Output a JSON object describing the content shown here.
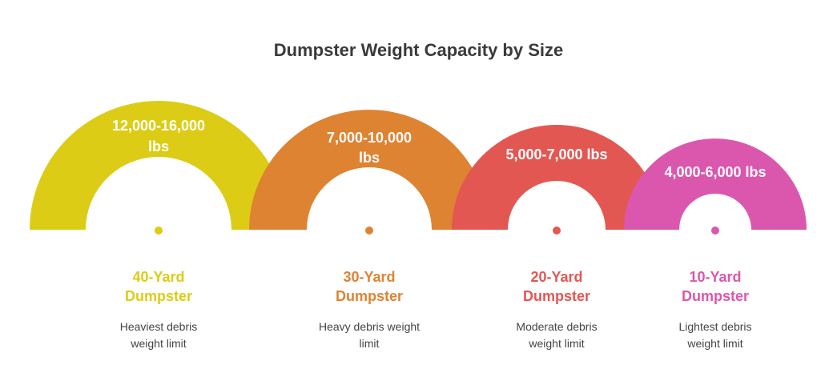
{
  "title": "Dumpster Weight Capacity by Size",
  "items": [
    {
      "name": "40-Yard Dumpster",
      "capacity_lines": [
        "12,000-16,000",
        "lbs"
      ],
      "description": "Heaviest debris weight limit",
      "color": "#DDCC16"
    },
    {
      "name": "30-Yard Dumpster",
      "capacity_lines": [
        "7,000-10,000",
        "lbs"
      ],
      "description": "Heavy debris weight limit",
      "color": "#DE8331"
    },
    {
      "name": "20-Yard Dumpster",
      "capacity_lines": [
        "5,000-7,000 lbs"
      ],
      "description": "Moderate debris weight limit",
      "color": "#E35753"
    },
    {
      "name": "10-Yard Dumpster",
      "capacity_lines": [
        "4,000-6,000 lbs"
      ],
      "description": "Lightest debris weight limit",
      "color": "#DB57AD"
    }
  ]
}
